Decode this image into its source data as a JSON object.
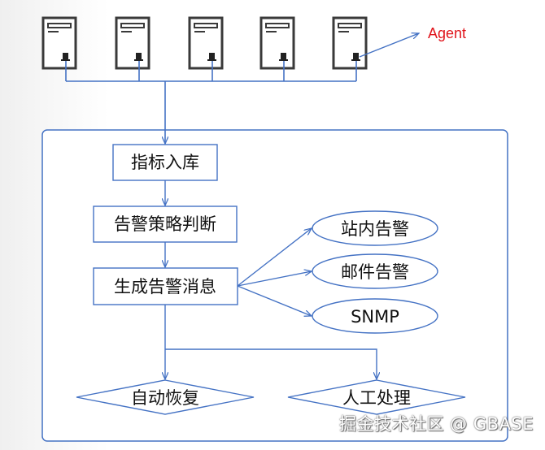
{
  "agent_label": "Agent",
  "steps": {
    "ingest": "指标入库",
    "strategy": "告警策略判断",
    "generate": "生成告警消息"
  },
  "channels": {
    "site": "站内告警",
    "mail": "邮件告警",
    "snmp": "SNMP"
  },
  "outcomes": {
    "auto": "自动恢复",
    "manual": "人工处理"
  },
  "watermark": "掘金技术社区 @ GBASE",
  "colors": {
    "line": "#4472c4",
    "server_border": "#3a3a3a",
    "agent_text": "#e0141b"
  },
  "icons": [
    "server-icon"
  ]
}
